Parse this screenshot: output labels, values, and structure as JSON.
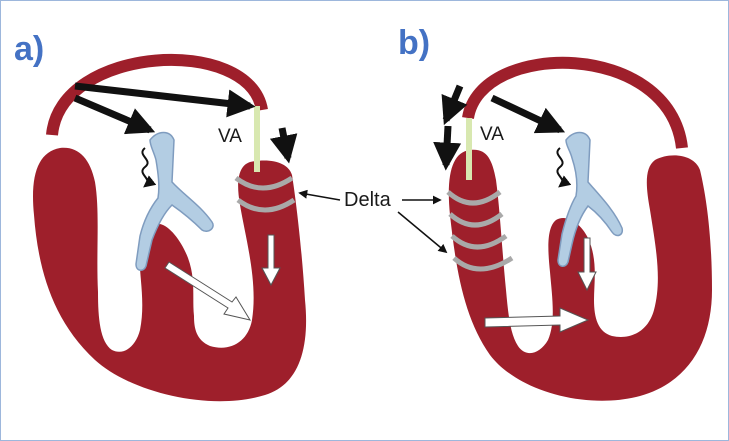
{
  "panels": {
    "a": {
      "letter": "a)",
      "va_label": "VA"
    },
    "b": {
      "letter": "b)",
      "va_label": "VA"
    }
  },
  "delta_label": "Delta",
  "colors": {
    "myocardium": "#9e1f2b",
    "vessel": "#b3cde3",
    "vessel_outline": "#7f9cbf",
    "accessory_pathway": "#d8e8b0",
    "delta_wave": "#a9a9a9",
    "panel_letter": "#4472c4",
    "arrow_dark": "#111111",
    "arrow_light": "#ffffff"
  },
  "icons": [
    "black-arrow",
    "white-arrow",
    "squiggle-conduction-icon"
  ]
}
